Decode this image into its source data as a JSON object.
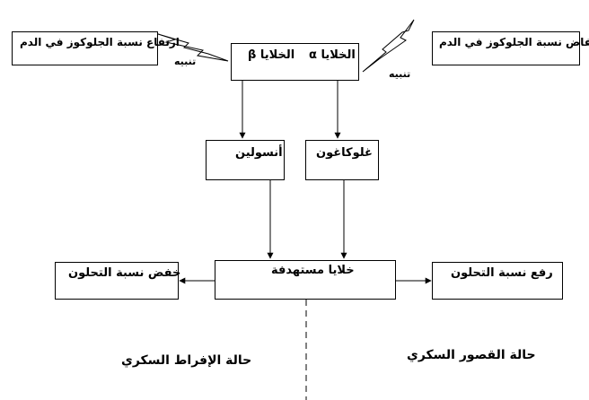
{
  "left_note": "ارتفاع نسبة الجلوكوز في الدم",
  "right_note": "انخفاض نسبة الجلوكوز في الدم",
  "stim_left": "تنبيه",
  "stim_right": "تنبيه",
  "beta_cells": "الخلايا β",
  "alpha_cells": "الخلايا α",
  "insulin": "أنسولين",
  "glucagon": "غلوكاغون",
  "target_cells": "خلايا مستهدفة",
  "lower_level": "خفض نسبة التحلون",
  "raise_level": "رفع نسبة التحلون",
  "hyper_state": "حالة الإفراط السكري",
  "hypo_state": "حالة القصور السكري"
}
